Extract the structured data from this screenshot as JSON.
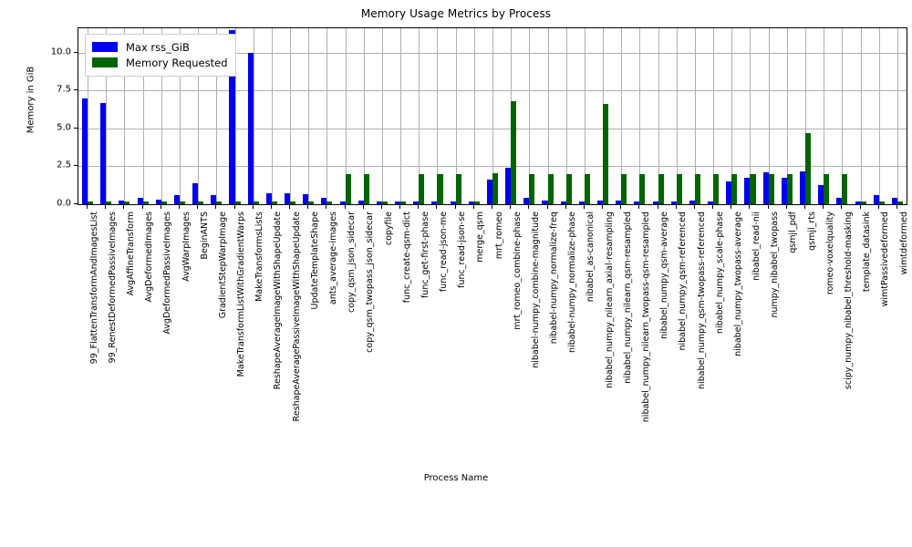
{
  "chart_data": {
    "type": "bar",
    "title": "Memory Usage Metrics by Process",
    "xlabel": "Process Name",
    "ylabel": "Memory in GiB",
    "ylim": [
      0,
      11.6
    ],
    "yticks": [
      "0.0",
      "2.5",
      "5.0",
      "7.5",
      "10.0"
    ],
    "ytick_values": [
      0,
      2.5,
      5,
      7.5,
      10
    ],
    "grid": true,
    "legend_position": "upper left",
    "colors": {
      "max_rss": "#0000ee",
      "memory_requested": "#006400",
      "grid": "#b0b0b0",
      "axes": "#000000",
      "background": "#ffffff"
    },
    "categories": [
      "99_FlattenTransformAndImagesList",
      "99_RenestDeformedPassiveImages",
      "AvgAffineTransform",
      "AvgDeformedImages",
      "AvgDeformedPassiveImages",
      "AvgWarpImages",
      "BeginANTS",
      "GradientStepWarpImage",
      "MakeTransformListWithGradientWarps",
      "MakeTransformsLists",
      "ReshapeAverageImageWithShapeUpdate",
      "ReshapeAveragePassiveImageWithShapeUpdate",
      "UpdateTemplateShape",
      "ants_average-images",
      "copy_qsm_json_sidecar",
      "copy_qsm_twopass_json_sidecar",
      "copyfile",
      "func_create-qsm-dict",
      "func_get-first-phase",
      "func_read-json-me",
      "func_read-json-se",
      "merge_qsm",
      "mrt_romeo",
      "mrt_romeo_combine-phase",
      "nibabel-numpy_combine-magnitude",
      "nibabel-numpy_normalize-freq",
      "nibabel-numpy_normalize-phase",
      "nibabel_as-canonical",
      "nibabel_numpy_nilearn_axial-resampling",
      "nibabel_numpy_nilearn_qsm-resampled",
      "nibabel_numpy_nilearn_twopass-qsm-resampled",
      "nibabel_numpy_qsm-average",
      "nibabel_numpy_qsm-referenced",
      "nibabel_numpy_qsm-twopass-referenced",
      "nibabel_numpy_scale-phase",
      "nibabel_numpy_twopass-average",
      "nibabel_read-nii",
      "numpy_nibabel_twopass",
      "qsmjl_pdf",
      "qsmjl_rts",
      "romeo-voxelquality",
      "scipy_numpy_nibabel_threshold-masking",
      "template_datasink",
      "wimtPassivedeformed",
      "wimtdeformed"
    ],
    "series": [
      {
        "name": "Max rss_GiB",
        "color": "#0000ee",
        "values": [
          7.0,
          6.7,
          0.26,
          0.4,
          0.33,
          0.6,
          1.38,
          0.62,
          11.5,
          9.95,
          0.72,
          0.74,
          0.68,
          0.42,
          0.17,
          0.24,
          0.17,
          0.16,
          0.17,
          0.16,
          0.17,
          0.16,
          1.62,
          2.42,
          0.44,
          0.23,
          0.2,
          0.2,
          0.22,
          0.27,
          0.2,
          0.21,
          0.2,
          0.24,
          0.2,
          1.5,
          1.72,
          2.1,
          1.72,
          2.15,
          1.25,
          0.42,
          0.17,
          0.58,
          0.42
        ]
      },
      {
        "name": "Memory Requested",
        "color": "#006400",
        "values": [
          0.17,
          0.17,
          0.17,
          0.17,
          0.17,
          0.17,
          0.17,
          0.17,
          0.17,
          0.17,
          0.17,
          0.17,
          0.17,
          0.17,
          2.0,
          2.0,
          0.17,
          0.17,
          2.0,
          2.0,
          2.0,
          0.17,
          2.05,
          6.8,
          2.0,
          2.0,
          2.0,
          2.0,
          6.6,
          2.0,
          2.0,
          2.0,
          2.0,
          2.0,
          2.0,
          2.0,
          2.0,
          2.0,
          2.0,
          4.7,
          2.0,
          2.0,
          0.17,
          0.17,
          0.17
        ]
      }
    ]
  },
  "legend": {
    "items": [
      {
        "label": "Max rss_GiB"
      },
      {
        "label": "Memory Requested"
      }
    ]
  }
}
